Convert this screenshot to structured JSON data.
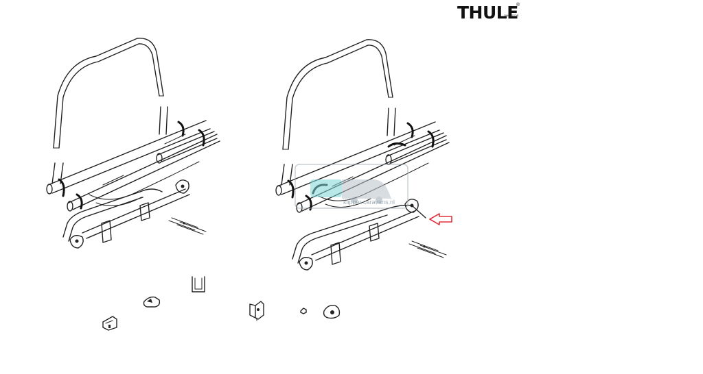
{
  "brand": {
    "name": "THULE",
    "sub": "OMNISTOR",
    "reg_mark": "®"
  },
  "watermark": {
    "text": "klipper caravans.nl",
    "accent": "#7fd6d6"
  },
  "callout": {
    "arrow_color": "#e0303a"
  },
  "parts": [
    "bike-rack-assembled",
    "bike-rack-highlighted",
    "foot-bracket",
    "clamp-a",
    "u-profile",
    "clamp-b",
    "small-nut",
    "end-cap"
  ]
}
